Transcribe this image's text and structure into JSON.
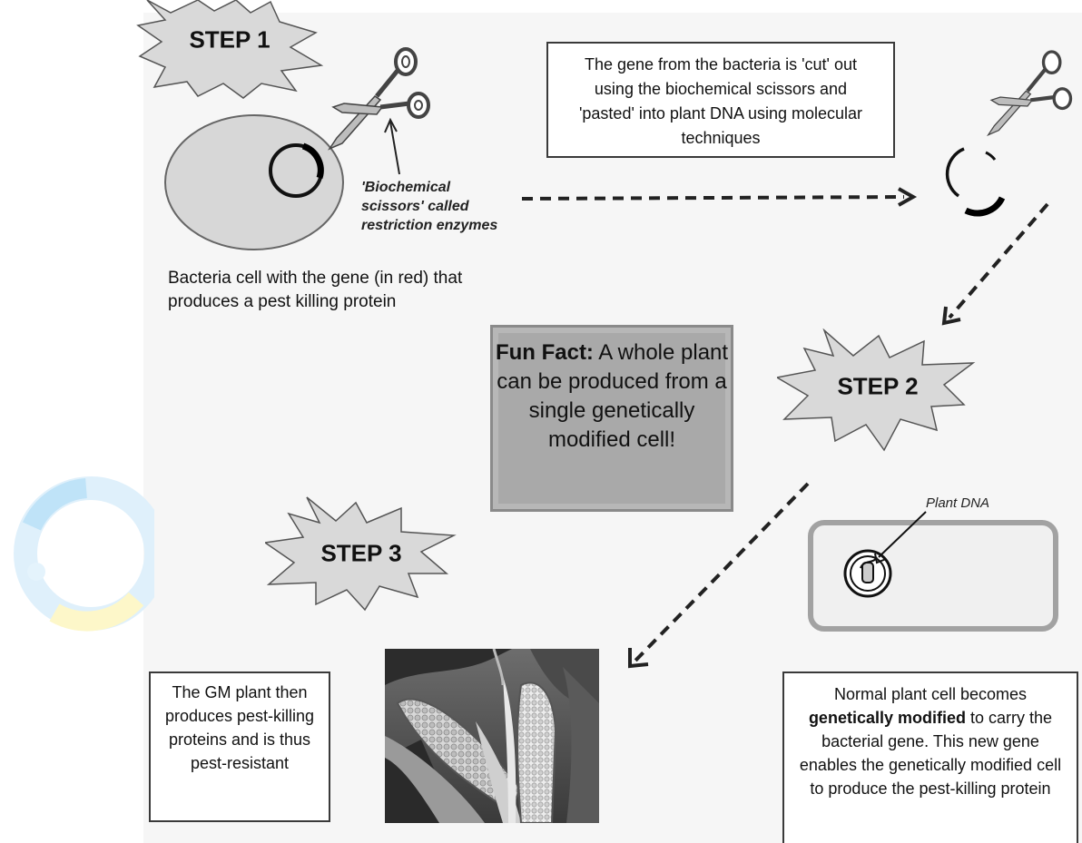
{
  "steps": {
    "step1": "STEP 1",
    "step2": "STEP 2",
    "step3": "STEP 3"
  },
  "scissors_label": "'Biochemical scissors' called restriction enzymes",
  "bacteria_caption": "Bacteria cell with the gene (in red) that produces a pest killing protein",
  "cut_paste_text": "The gene from the bacteria is 'cut' out using the biochemical scissors and 'pasted' into plant DNA using molecular techniques",
  "fun_fact": {
    "label": "Fun Fact:",
    "text": "A whole plant can be produced from a single genetically modified cell!"
  },
  "plant_dna_label": "Plant DNA",
  "normal_cell_text": {
    "before": "Normal plant cell becomes",
    "bold": "genetically modified",
    "after": "to carry the bacterial gene. This new gene enables the genetically modified cell to produce the pest-killing protein"
  },
  "gm_plant_text": "The GM plant then produces pest-killing proteins and is thus pest-resistant"
}
